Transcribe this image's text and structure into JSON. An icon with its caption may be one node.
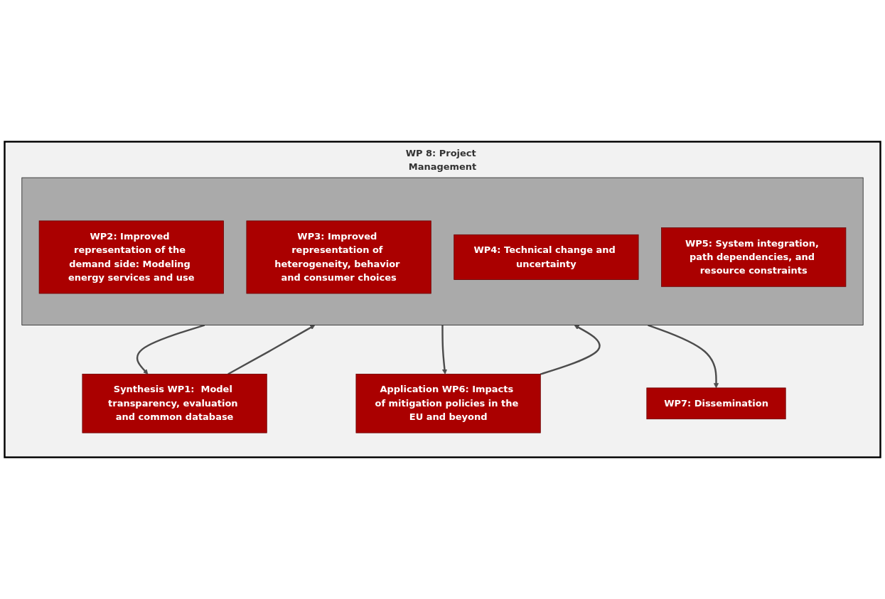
{
  "diagram": {
    "nodes": [
      {
        "text": [
          "WP 8: Project Management"
        ]
      },
      {
        "text": [
          "Synthesis WP1:  Model transparency, evaluation and common database"
        ],
        "in": 0
      },
      {
        "text": [],
        "shape": "box",
        "in": 0
      },
      {
        "text": [
          "WP2: Improved representation of the demand side: Modeling energy services and use"
        ],
        "in": 2
      },
      {
        "text": [
          "WP3: Improved representation of heterogeneity, behavior and consumer choices"
        ],
        "in": 2
      },
      {
        "text": [
          "WP4: Technical change and uncertainty"
        ],
        "in": 2
      },
      {
        "text": [
          "WP5: System integration, path dependencies, and resource constraints"
        ],
        "in": 2
      },
      {
        "text": [
          "Application WP6: Impacts of mitigation policies in the EU and beyond"
        ],
        "in": 0
      },
      {
        "text": [
          "WP7: Dissemination"
        ],
        "in": 0
      }
    ],
    "edges": [
      {
        "from": 1,
        "to": 2,
        "arrow": "to"
      },
      {
        "from": 2,
        "to": 1,
        "arrow": "to"
      },
      {
        "from": 2,
        "to": 7,
        "arrow": "to"
      },
      {
        "from": 7,
        "to": 2,
        "arrow": "to"
      },
      {
        "from": 2,
        "to": 8,
        "arrow": "to"
      }
    ]
  }
}
